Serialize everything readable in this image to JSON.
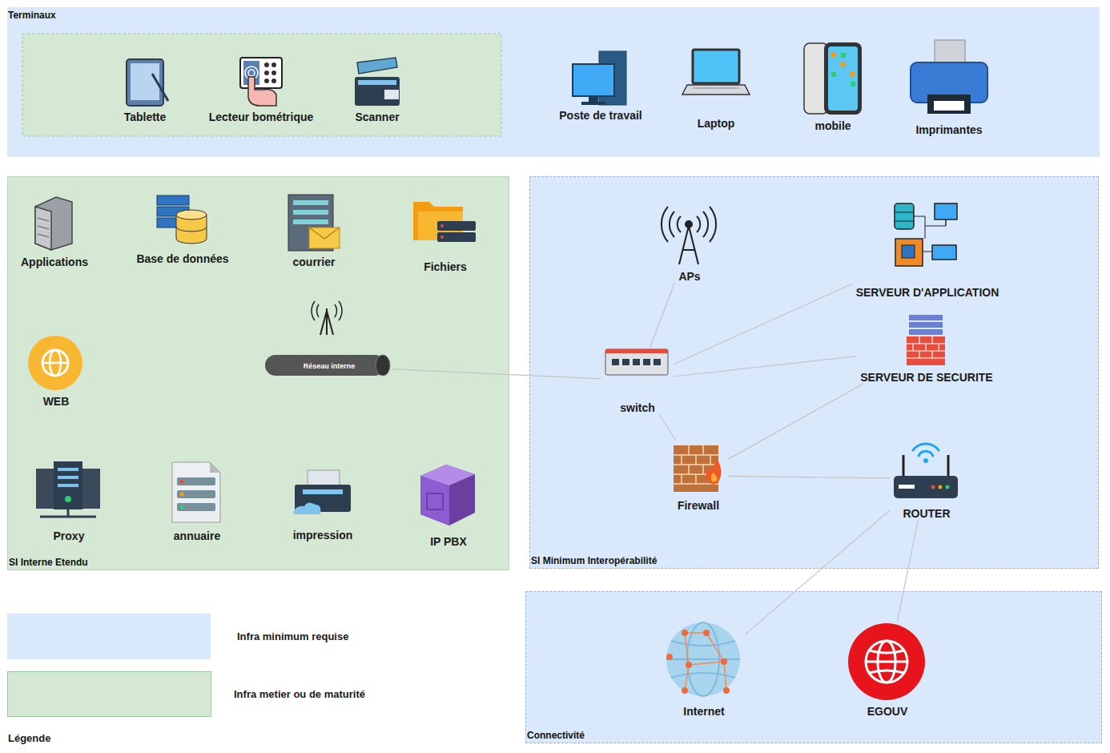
{
  "diagram": {
    "nodes": [
      {
        "text": [
          "Terminaux"
        ]
      },
      {
        "text": [
          "Tablette"
        ],
        "in": 0
      },
      {
        "text": [
          "Lecteur bométrique"
        ],
        "in": 0
      },
      {
        "text": [
          "Scanner"
        ],
        "in": 0
      },
      {
        "text": [
          "Poste de travail"
        ],
        "in": 0
      },
      {
        "text": [
          "Laptop"
        ],
        "in": 0
      },
      {
        "text": [
          "mobile"
        ],
        "in": 0
      },
      {
        "text": [
          "Imprimantes"
        ],
        "in": 0
      },
      {
        "text": [
          "SI Interne Etendu"
        ]
      },
      {
        "text": [
          "Applications"
        ],
        "in": 8
      },
      {
        "text": [
          "Base de données"
        ],
        "in": 8
      },
      {
        "text": [
          "courrier"
        ],
        "in": 8
      },
      {
        "text": [
          "Fichiers"
        ],
        "in": 8
      },
      {
        "text": [
          "WEB"
        ],
        "in": 8
      },
      {
        "text": [
          "Réseau interne"
        ],
        "in": 8
      },
      {
        "text": [
          "Proxy"
        ],
        "in": 8
      },
      {
        "text": [
          "annuaire"
        ],
        "in": 8
      },
      {
        "text": [
          "impression"
        ],
        "in": 8
      },
      {
        "text": [
          "IP PBX"
        ],
        "in": 8
      },
      {
        "text": [
          "SI Minimum Interopérabilité"
        ]
      },
      {
        "text": [
          "APs"
        ],
        "in": 19
      },
      {
        "text": [
          "SERVEUR D'APPLICATION"
        ],
        "in": 19
      },
      {
        "text": [
          "switch"
        ],
        "in": 19
      },
      {
        "text": [
          "SERVEUR DE SECURITE"
        ],
        "in": 19
      },
      {
        "text": [
          "Firewall"
        ],
        "in": 19
      },
      {
        "text": [
          "ROUTER"
        ],
        "in": 19
      },
      {
        "text": [
          "Connectivité"
        ]
      },
      {
        "text": [
          "Internet"
        ],
        "in": 26
      },
      {
        "text": [
          "EGOUV"
        ],
        "in": 26
      }
    ],
    "edges": [
      {
        "from": 14,
        "to": 22,
        "arrow": "none"
      },
      {
        "from": 22,
        "to": 20,
        "arrow": "none"
      },
      {
        "from": 22,
        "to": 21,
        "arrow": "none"
      },
      {
        "from": 22,
        "to": 23,
        "arrow": "none"
      },
      {
        "from": 22,
        "to": 24,
        "arrow": "none"
      },
      {
        "from": 24,
        "to": 23,
        "arrow": "none"
      },
      {
        "from": 24,
        "to": 25,
        "arrow": "none"
      },
      {
        "from": 25,
        "to": 27,
        "arrow": "none"
      },
      {
        "from": 25,
        "to": 28,
        "arrow": "none"
      }
    ],
    "labels": [
      "Légende"
    ],
    "legend": [
      {
        "text": "Infra minimum requise",
        "color": "#dae8fc"
      },
      {
        "text": "Infra metier ou de maturité",
        "color": "#d5e8d4"
      }
    ]
  }
}
